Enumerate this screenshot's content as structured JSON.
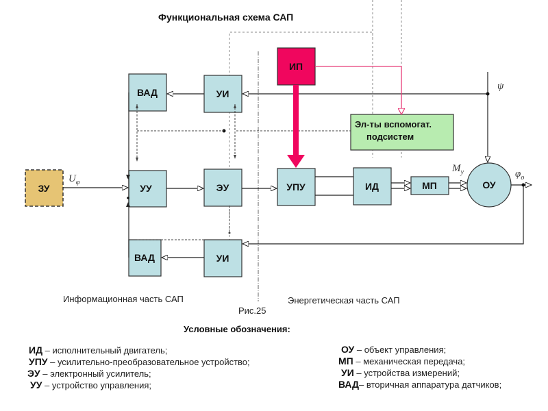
{
  "title": "Функциональная схема САП",
  "colors": {
    "block_fill": "#bde0e4",
    "power_source_fill": "#f0065e",
    "power_line": "#e83c78",
    "auxiliary_fill": "#b8ecb0",
    "setpoint_fill": "#e6c474",
    "line": "#222222",
    "dashed": "#555555"
  },
  "blocks": {
    "zu": "ЗУ",
    "vad_top": "ВАД",
    "ui_top": "УИ",
    "uu": "УУ",
    "eu": "ЭУ",
    "upu": "УПУ",
    "id": "ИД",
    "mp": "МП",
    "ou": "ОУ",
    "vad_bottom": "ВАД",
    "ui_bottom": "УИ",
    "ip": "ИП",
    "aux_line1": "Эл-ты вспомогат.",
    "aux_line2": "подсистем"
  },
  "signals": {
    "u_phi": "U",
    "u_phi_sub": "φ",
    "psi": "ψ",
    "m_y": "M",
    "m_y_sub": "y",
    "phi_o": "φ",
    "phi_o_sub": "o"
  },
  "captions": {
    "info_part": "Информационная часть САП",
    "energy_part": "Энергетическая часть САП",
    "figure": "Рис.25",
    "legend_title": "Условные обозначения:"
  },
  "legend": {
    "left": [
      {
        "abbr": "ИД",
        "text": " – исполнительный двигатель;"
      },
      {
        "abbr": "УПУ",
        "text": " – усилительно-преобразовательное устройство;"
      },
      {
        "abbr": "ЭУ",
        "text": " – электронный усилитель;"
      },
      {
        "abbr": "УУ",
        "text": " – устройство управления;"
      }
    ],
    "right": [
      {
        "abbr": "ОУ",
        "text": " – объект управления;"
      },
      {
        "abbr": "МП",
        "text": " – механическая передача;"
      },
      {
        "abbr": "УИ",
        "text": " – устройства измерений;"
      },
      {
        "abbr": "ВАД",
        "text": "– вторичная аппаратура датчиков;"
      }
    ]
  }
}
